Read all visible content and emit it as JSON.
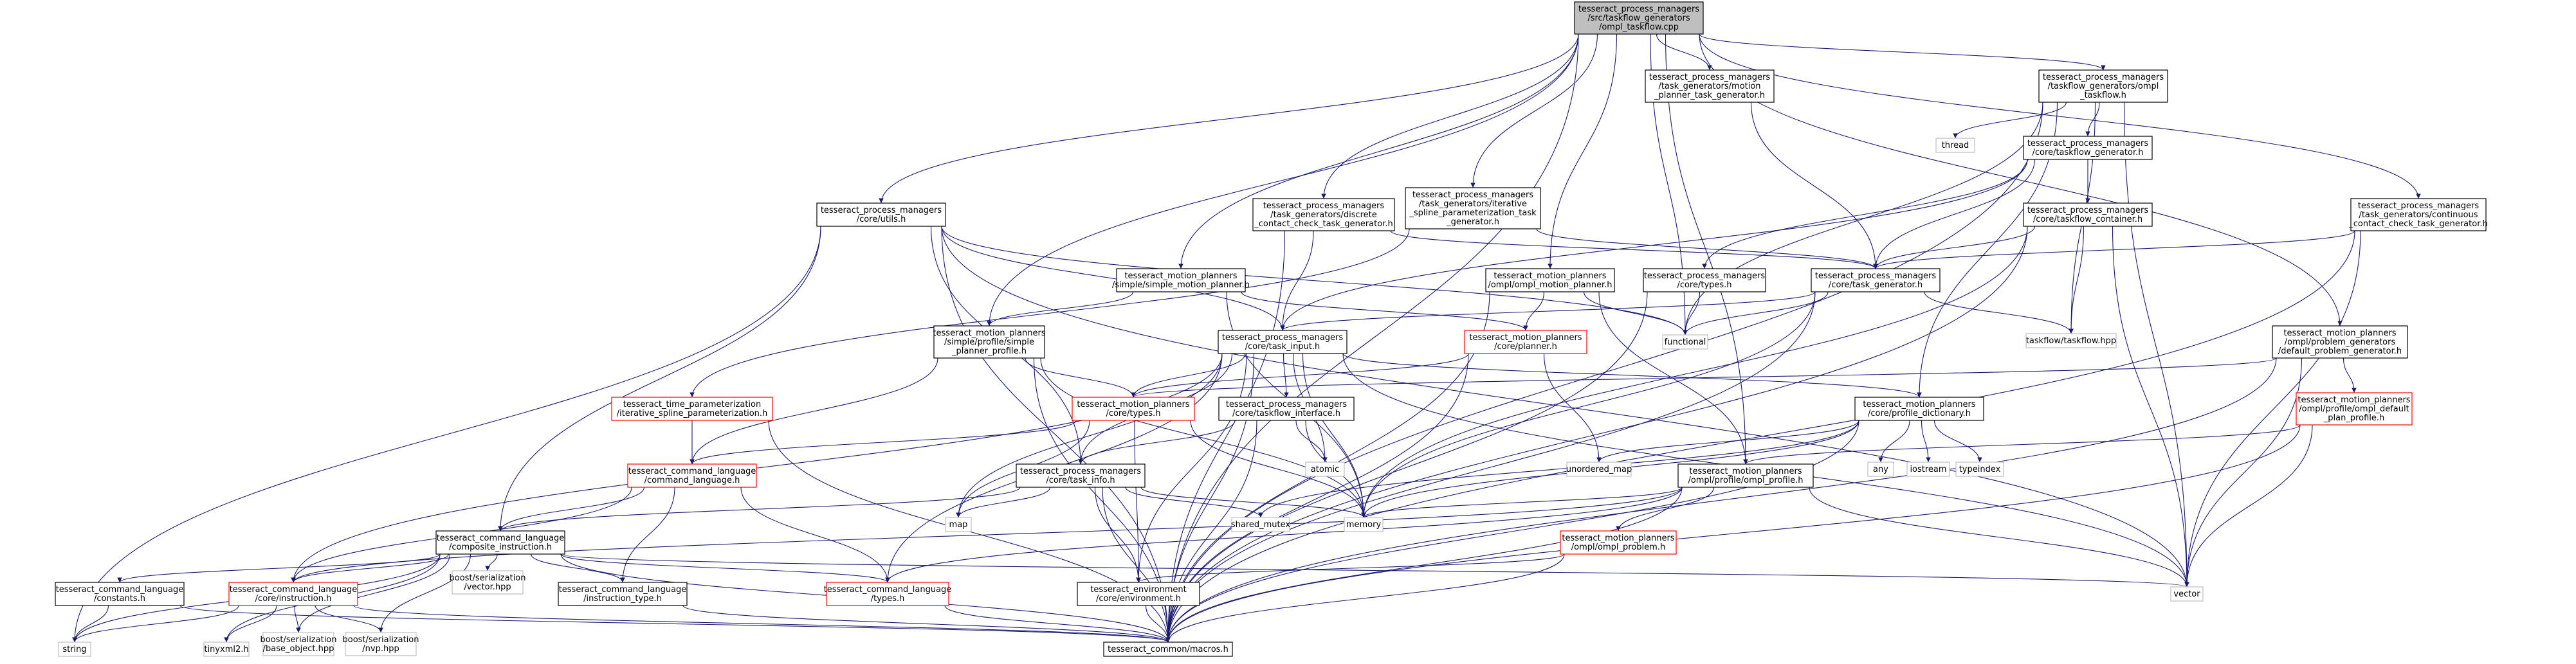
{
  "colors": {
    "edge": "#191970",
    "root_fill": "#bfbfbf",
    "border_documented": "#000000",
    "border_undocumented": "#ff0000",
    "border_system": "#bfbfbf",
    "fill": "#ffffff"
  },
  "nodes": [
    {
      "id": "ompl_taskflow_cpp",
      "kind": "root",
      "lines": [
        "tesseract_process_managers",
        "/src/taskflow_generators",
        "/ompl_taskflow.cpp"
      ]
    },
    {
      "id": "utils_h",
      "kind": "doc",
      "lines": [
        "tesseract_process_managers",
        "/core/utils.h"
      ]
    },
    {
      "id": "simple_profile_h",
      "kind": "doc",
      "lines": [
        "tesseract_motion_planners",
        "/simple/profile/simple",
        "_planner_profile.h"
      ]
    },
    {
      "id": "simple_motion_planner_h",
      "kind": "doc",
      "lines": [
        "tesseract_motion_planners",
        "/simple/simple_motion_planner.h"
      ]
    },
    {
      "id": "discrete_cc_h",
      "kind": "doc",
      "lines": [
        "tesseract_process_managers",
        "/task_generators/discrete",
        "_contact_check_task_generator.h"
      ]
    },
    {
      "id": "iterative_spline_tg_h",
      "kind": "doc",
      "lines": [
        "tesseract_process_managers",
        "/task_generators/iterative",
        "_spline_parameterization_task",
        "_generator.h"
      ]
    },
    {
      "id": "ompl_motion_planner_h",
      "kind": "doc",
      "lines": [
        "tesseract_motion_planners",
        "/ompl/ompl_motion_planner.h"
      ]
    },
    {
      "id": "motion_planner_tg_h",
      "kind": "doc",
      "lines": [
        "tesseract_process_managers",
        "/task_generators/motion",
        "_planner_task_generator.h"
      ]
    },
    {
      "id": "ompl_taskflow_h",
      "kind": "doc",
      "lines": [
        "tesseract_process_managers",
        "/taskflow_generators/ompl",
        "_taskflow.h"
      ]
    },
    {
      "id": "continuous_cc_h",
      "kind": "doc",
      "lines": [
        "tesseract_process_managers",
        "/task_generators/continuous",
        "_contact_check_task_generator.h"
      ]
    },
    {
      "id": "thread",
      "kind": "sys",
      "lines": [
        "thread"
      ]
    },
    {
      "id": "taskflow_generator_h",
      "kind": "doc",
      "lines": [
        "tesseract_process_managers",
        "/core/taskflow_generator.h"
      ]
    },
    {
      "id": "taskflow_container_h",
      "kind": "doc",
      "lines": [
        "tesseract_process_managers",
        "/core/taskflow_container.h"
      ]
    },
    {
      "id": "pm_types_h",
      "kind": "doc",
      "lines": [
        "tesseract_process_managers",
        "/core/types.h"
      ]
    },
    {
      "id": "task_generator_h",
      "kind": "doc",
      "lines": [
        "tesseract_process_managers",
        "/core/task_generator.h"
      ]
    },
    {
      "id": "taskflow_hpp",
      "kind": "sys",
      "lines": [
        "taskflow/taskflow.hpp"
      ]
    },
    {
      "id": "default_problem_gen_h",
      "kind": "doc",
      "lines": [
        "tesseract_motion_planners",
        "/ompl/problem_generators",
        "/default_problem_generator.h"
      ]
    },
    {
      "id": "ompl_default_plan_profile_h",
      "kind": "undoc",
      "lines": [
        "tesseract_motion_planners",
        "/ompl/profile/ompl_default",
        "_plan_profile.h"
      ]
    },
    {
      "id": "task_input_h",
      "kind": "doc",
      "lines": [
        "tesseract_process_managers",
        "/core/task_input.h"
      ]
    },
    {
      "id": "planner_h",
      "kind": "undoc",
      "lines": [
        "tesseract_motion_planners",
        "/core/planner.h"
      ]
    },
    {
      "id": "functional",
      "kind": "sys",
      "lines": [
        "functional"
      ]
    },
    {
      "id": "iterative_spline_param_h",
      "kind": "undoc",
      "lines": [
        "tesseract_time_parameterization",
        "/iterative_spline_parameterization.h"
      ]
    },
    {
      "id": "mp_types_h",
      "kind": "undoc",
      "lines": [
        "tesseract_motion_planners",
        "/core/types.h"
      ]
    },
    {
      "id": "taskflow_interface_h",
      "kind": "doc",
      "lines": [
        "tesseract_process_managers",
        "/core/taskflow_interface.h"
      ]
    },
    {
      "id": "profile_dictionary_h",
      "kind": "doc",
      "lines": [
        "tesseract_motion_planners",
        "/core/profile_dictionary.h"
      ]
    },
    {
      "id": "command_language_h",
      "kind": "undoc",
      "lines": [
        "tesseract_command_language",
        "/command_language.h"
      ]
    },
    {
      "id": "task_info_h",
      "kind": "doc",
      "lines": [
        "tesseract_process_managers",
        "/core/task_info.h"
      ]
    },
    {
      "id": "atomic",
      "kind": "sys",
      "lines": [
        "atomic"
      ]
    },
    {
      "id": "unordered_map",
      "kind": "sys",
      "lines": [
        "unordered_map"
      ]
    },
    {
      "id": "any",
      "kind": "sys",
      "lines": [
        "any"
      ]
    },
    {
      "id": "iostream",
      "kind": "sys",
      "lines": [
        "iostream"
      ]
    },
    {
      "id": "typeindex",
      "kind": "sys",
      "lines": [
        "typeindex"
      ]
    },
    {
      "id": "ompl_profile_h",
      "kind": "doc",
      "lines": [
        "tesseract_motion_planners",
        "/ompl/profile/ompl_profile.h"
      ]
    },
    {
      "id": "composite_instruction_h",
      "kind": "doc",
      "lines": [
        "tesseract_command_language",
        "/composite_instruction.h"
      ]
    },
    {
      "id": "map",
      "kind": "sys",
      "lines": [
        "map"
      ]
    },
    {
      "id": "shared_mutex",
      "kind": "sys",
      "lines": [
        "shared_mutex"
      ]
    },
    {
      "id": "memory",
      "kind": "sys",
      "lines": [
        "memory"
      ]
    },
    {
      "id": "ompl_problem_h",
      "kind": "undoc",
      "lines": [
        "tesseract_motion_planners",
        "/ompl/ompl_problem.h"
      ]
    },
    {
      "id": "constants_h",
      "kind": "doc",
      "lines": [
        "tesseract_command_language",
        "/constants.h"
      ]
    },
    {
      "id": "instruction_h",
      "kind": "undoc",
      "lines": [
        "tesseract_command_language",
        "/core/instruction.h"
      ]
    },
    {
      "id": "boost_vector_hpp",
      "kind": "sys",
      "lines": [
        "boost/serialization",
        "/vector.hpp"
      ]
    },
    {
      "id": "instruction_type_h",
      "kind": "doc",
      "lines": [
        "tesseract_command_language",
        "/instruction_type.h"
      ]
    },
    {
      "id": "cl_types_h",
      "kind": "undoc",
      "lines": [
        "tesseract_command_language",
        "/types.h"
      ]
    },
    {
      "id": "environment_h",
      "kind": "doc",
      "lines": [
        "tesseract_environment",
        "/core/environment.h"
      ]
    },
    {
      "id": "vector",
      "kind": "sys",
      "lines": [
        "vector"
      ]
    },
    {
      "id": "string",
      "kind": "sys",
      "lines": [
        "string"
      ]
    },
    {
      "id": "tinyxml2_h",
      "kind": "sys",
      "lines": [
        "tinyxml2.h"
      ]
    },
    {
      "id": "boost_base_object_hpp",
      "kind": "sys",
      "lines": [
        "boost/serialization",
        "/base_object.hpp"
      ]
    },
    {
      "id": "boost_nvp_hpp",
      "kind": "sys",
      "lines": [
        "boost/serialization",
        "/nvp.hpp"
      ]
    },
    {
      "id": "macros_h",
      "kind": "doc",
      "lines": [
        "tesseract_common/macros.h"
      ]
    }
  ],
  "edges": [
    [
      "ompl_taskflow_cpp",
      "utils_h"
    ],
    [
      "ompl_taskflow_cpp",
      "simple_profile_h"
    ],
    [
      "ompl_taskflow_cpp",
      "simple_motion_planner_h"
    ],
    [
      "ompl_taskflow_cpp",
      "discrete_cc_h"
    ],
    [
      "ompl_taskflow_cpp",
      "iterative_spline_tg_h"
    ],
    [
      "ompl_taskflow_cpp",
      "ompl_motion_planner_h"
    ],
    [
      "ompl_taskflow_cpp",
      "motion_planner_tg_h"
    ],
    [
      "ompl_taskflow_cpp",
      "ompl_taskflow_h"
    ],
    [
      "ompl_taskflow_cpp",
      "continuous_cc_h"
    ],
    [
      "ompl_taskflow_cpp",
      "default_problem_gen_h"
    ],
    [
      "ompl_taskflow_cpp",
      "functional"
    ],
    [
      "ompl_taskflow_cpp",
      "ompl_profile_h"
    ],
    [
      "ompl_taskflow_cpp",
      "macros_h"
    ],
    [
      "utils_h",
      "composite_instruction_h"
    ],
    [
      "utils_h",
      "task_info_h"
    ],
    [
      "utils_h",
      "task_input_h"
    ],
    [
      "utils_h",
      "functional"
    ],
    [
      "utils_h",
      "string"
    ],
    [
      "utils_h",
      "macros_h"
    ],
    [
      "utils_h",
      "vector"
    ],
    [
      "simple_profile_h",
      "mp_types_h"
    ],
    [
      "simple_profile_h",
      "command_language_h"
    ],
    [
      "simple_profile_h",
      "memory"
    ],
    [
      "simple_profile_h",
      "macros_h"
    ],
    [
      "simple_motion_planner_h",
      "simple_profile_h"
    ],
    [
      "simple_motion_planner_h",
      "planner_h"
    ],
    [
      "simple_motion_planner_h",
      "memory"
    ],
    [
      "discrete_cc_h",
      "task_generator_h"
    ],
    [
      "discrete_cc_h",
      "task_input_h"
    ],
    [
      "discrete_cc_h",
      "macros_h"
    ],
    [
      "iterative_spline_tg_h",
      "task_generator_h"
    ],
    [
      "iterative_spline_tg_h",
      "iterative_spline_param_h"
    ],
    [
      "ompl_motion_planner_h",
      "planner_h"
    ],
    [
      "ompl_motion_planner_h",
      "ompl_profile_h"
    ],
    [
      "ompl_motion_planner_h",
      "functional"
    ],
    [
      "ompl_motion_planner_h",
      "macros_h"
    ],
    [
      "motion_planner_tg_h",
      "task_generator_h"
    ],
    [
      "ompl_taskflow_h",
      "thread"
    ],
    [
      "ompl_taskflow_h",
      "taskflow_generator_h"
    ],
    [
      "ompl_taskflow_h",
      "taskflow_hpp"
    ],
    [
      "ompl_taskflow_h",
      "profile_dictionary_h"
    ],
    [
      "ompl_taskflow_h",
      "functional"
    ],
    [
      "ompl_taskflow_h",
      "vector"
    ],
    [
      "ompl_taskflow_h",
      "macros_h"
    ],
    [
      "continuous_cc_h",
      "task_generator_h"
    ],
    [
      "continuous_cc_h",
      "vector"
    ],
    [
      "continuous_cc_h",
      "macros_h"
    ],
    [
      "taskflow_generator_h",
      "taskflow_container_h"
    ],
    [
      "taskflow_generator_h",
      "task_input_h"
    ],
    [
      "taskflow_generator_h",
      "pm_types_h"
    ],
    [
      "taskflow_generator_h",
      "task_generator_h"
    ],
    [
      "taskflow_container_h",
      "task_generator_h"
    ],
    [
      "taskflow_container_h",
      "taskflow_hpp"
    ],
    [
      "taskflow_container_h",
      "memory"
    ],
    [
      "taskflow_container_h",
      "vector"
    ],
    [
      "taskflow_container_h",
      "macros_h"
    ],
    [
      "pm_types_h",
      "functional"
    ],
    [
      "pm_types_h",
      "macros_h"
    ],
    [
      "task_generator_h",
      "task_input_h"
    ],
    [
      "task_generator_h",
      "taskflow_hpp"
    ],
    [
      "task_generator_h",
      "functional"
    ],
    [
      "task_generator_h",
      "macros_h"
    ],
    [
      "task_generator_h",
      "memory"
    ],
    [
      "default_problem_gen_h",
      "ompl_default_plan_profile_h"
    ],
    [
      "default_problem_gen_h",
      "mp_types_h"
    ],
    [
      "default_problem_gen_h",
      "vector"
    ],
    [
      "default_problem_gen_h",
      "macros_h"
    ],
    [
      "ompl_default_plan_profile_h",
      "ompl_profile_h"
    ],
    [
      "ompl_default_plan_profile_h",
      "vector"
    ],
    [
      "ompl_default_plan_profile_h",
      "macros_h"
    ],
    [
      "task_input_h",
      "mp_types_h"
    ],
    [
      "task_input_h",
      "taskflow_interface_h"
    ],
    [
      "task_input_h",
      "task_info_h"
    ],
    [
      "task_input_h",
      "profile_dictionary_h"
    ],
    [
      "task_input_h",
      "atomic"
    ],
    [
      "task_input_h",
      "map"
    ],
    [
      "task_input_h",
      "memory"
    ],
    [
      "task_input_h",
      "instruction_h"
    ],
    [
      "task_input_h",
      "cl_types_h"
    ],
    [
      "task_input_h",
      "environment_h"
    ],
    [
      "task_input_h",
      "macros_h"
    ],
    [
      "task_input_h",
      "vector"
    ],
    [
      "planner_h",
      "mp_types_h"
    ],
    [
      "planner_h",
      "unordered_map"
    ],
    [
      "planner_h",
      "macros_h"
    ],
    [
      "iterative_spline_param_h",
      "command_language_h"
    ],
    [
      "iterative_spline_param_h",
      "macros_h"
    ],
    [
      "mp_types_h",
      "command_language_h"
    ],
    [
      "mp_types_h",
      "environment_h"
    ],
    [
      "mp_types_h",
      "map"
    ],
    [
      "mp_types_h",
      "memory"
    ],
    [
      "taskflow_interface_h",
      "task_info_h"
    ],
    [
      "taskflow_interface_h",
      "atomic"
    ],
    [
      "taskflow_interface_h",
      "memory"
    ],
    [
      "taskflow_interface_h",
      "macros_h"
    ],
    [
      "profile_dictionary_h",
      "any"
    ],
    [
      "profile_dictionary_h",
      "iostream"
    ],
    [
      "profile_dictionary_h",
      "typeindex"
    ],
    [
      "profile_dictionary_h",
      "unordered_map"
    ],
    [
      "profile_dictionary_h",
      "shared_mutex"
    ],
    [
      "profile_dictionary_h",
      "memory"
    ],
    [
      "profile_dictionary_h",
      "macros_h"
    ],
    [
      "command_language_h",
      "composite_instruction_h"
    ],
    [
      "command_language_h",
      "instruction_type_h"
    ],
    [
      "command_language_h",
      "cl_types_h"
    ],
    [
      "command_language_h",
      "instruction_h"
    ],
    [
      "task_info_h",
      "map"
    ],
    [
      "task_info_h",
      "shared_mutex"
    ],
    [
      "task_info_h",
      "composite_instruction_h"
    ],
    [
      "task_info_h",
      "environment_h"
    ],
    [
      "task_info_h",
      "memory"
    ],
    [
      "task_info_h",
      "macros_h"
    ],
    [
      "ompl_profile_h",
      "ompl_problem_h"
    ],
    [
      "ompl_profile_h",
      "memory"
    ],
    [
      "ompl_profile_h",
      "instruction_h"
    ],
    [
      "ompl_profile_h",
      "cl_types_h"
    ],
    [
      "ompl_profile_h",
      "macros_h"
    ],
    [
      "ompl_profile_h",
      "vector"
    ],
    [
      "ompl_problem_h",
      "environment_h"
    ],
    [
      "ompl_problem_h",
      "macros_h"
    ],
    [
      "composite_instruction_h",
      "constants_h"
    ],
    [
      "composite_instruction_h",
      "instruction_h"
    ],
    [
      "composite_instruction_h",
      "boost_vector_hpp"
    ],
    [
      "composite_instruction_h",
      "instruction_type_h"
    ],
    [
      "composite_instruction_h",
      "cl_types_h"
    ],
    [
      "composite_instruction_h",
      "vector"
    ],
    [
      "composite_instruction_h",
      "string"
    ],
    [
      "composite_instruction_h",
      "tinyxml2_h"
    ],
    [
      "composite_instruction_h",
      "boost_base_object_hpp"
    ],
    [
      "composite_instruction_h",
      "boost_nvp_hpp"
    ],
    [
      "composite_instruction_h",
      "macros_h"
    ],
    [
      "constants_h",
      "string"
    ],
    [
      "constants_h",
      "macros_h"
    ],
    [
      "instruction_h",
      "string"
    ],
    [
      "instruction_h",
      "tinyxml2_h"
    ],
    [
      "instruction_h",
      "boost_base_object_hpp"
    ],
    [
      "instruction_h",
      "boost_nvp_hpp"
    ],
    [
      "instruction_h",
      "macros_h"
    ],
    [
      "instruction_type_h",
      "macros_h"
    ],
    [
      "cl_types_h",
      "macros_h"
    ],
    [
      "environment_h",
      "macros_h"
    ]
  ]
}
